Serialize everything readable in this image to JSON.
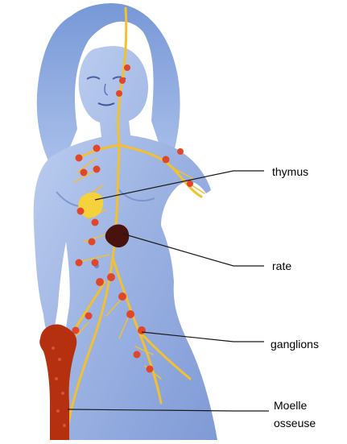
{
  "labels": {
    "thymus": "thymus",
    "rate": "rate",
    "ganglions": "ganglions",
    "moelle_line1": "Moelle",
    "moelle_line2": "osseuse"
  },
  "colors": {
    "skin": "#9db4e3",
    "skin_dark": "#5f7fc8",
    "lymph_vessel": "#f2c030",
    "lymph_node": "#e0472a",
    "thymus": "#f5d23c",
    "spleen": "#4a120c",
    "bone_marrow": "#b5300e",
    "leader_line": "#1a1a1a"
  },
  "icons": {
    "figure": "lymphatic-system-figure-icon"
  }
}
